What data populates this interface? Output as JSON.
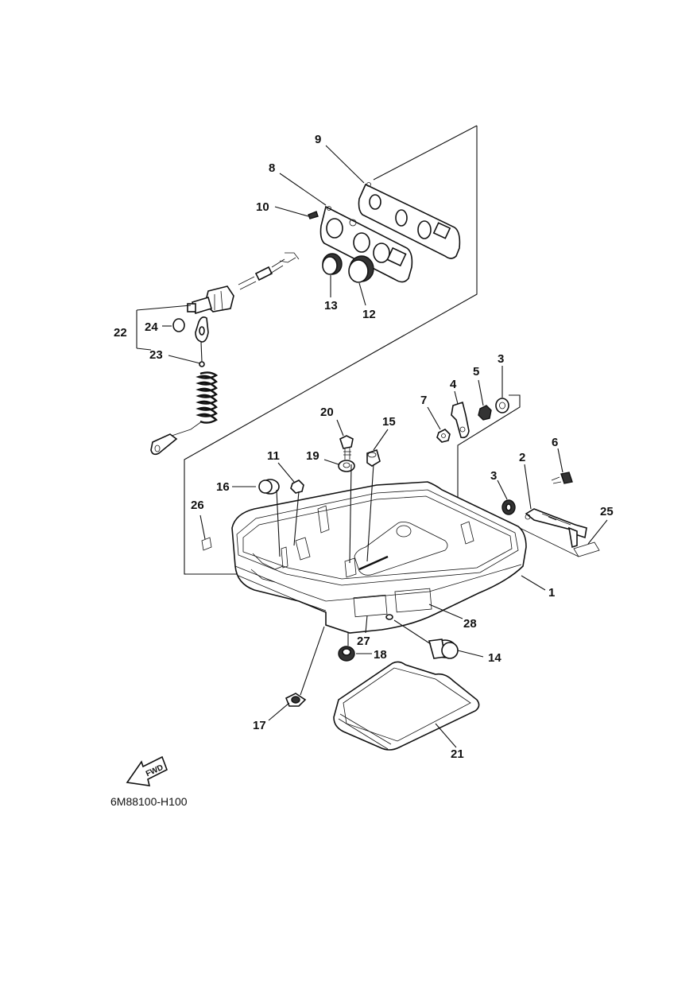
{
  "diagram": {
    "code": "6M88100-H100",
    "fwd_label": "FWD",
    "callouts": [
      {
        "id": "p9",
        "text": "9"
      },
      {
        "id": "p8",
        "text": "8"
      },
      {
        "id": "p10",
        "text": "10"
      },
      {
        "id": "p13",
        "text": "13"
      },
      {
        "id": "p12",
        "text": "12"
      },
      {
        "id": "p22",
        "text": "22"
      },
      {
        "id": "p24",
        "text": "24"
      },
      {
        "id": "p23",
        "text": "23"
      },
      {
        "id": "p3a",
        "text": "3"
      },
      {
        "id": "p5",
        "text": "5"
      },
      {
        "id": "p4",
        "text": "4"
      },
      {
        "id": "p7",
        "text": "7"
      },
      {
        "id": "p20",
        "text": "20"
      },
      {
        "id": "p15",
        "text": "15"
      },
      {
        "id": "p19",
        "text": "19"
      },
      {
        "id": "p11",
        "text": "11"
      },
      {
        "id": "p6",
        "text": "6"
      },
      {
        "id": "p2",
        "text": "2"
      },
      {
        "id": "p3b",
        "text": "3"
      },
      {
        "id": "p16",
        "text": "16"
      },
      {
        "id": "p26",
        "text": "26"
      },
      {
        "id": "p25",
        "text": "25"
      },
      {
        "id": "p1",
        "text": "1"
      },
      {
        "id": "p28",
        "text": "28"
      },
      {
        "id": "p27",
        "text": "27"
      },
      {
        "id": "p18",
        "text": "18"
      },
      {
        "id": "p14",
        "text": "14"
      },
      {
        "id": "p17",
        "text": "17"
      },
      {
        "id": "p21",
        "text": "21"
      }
    ]
  }
}
